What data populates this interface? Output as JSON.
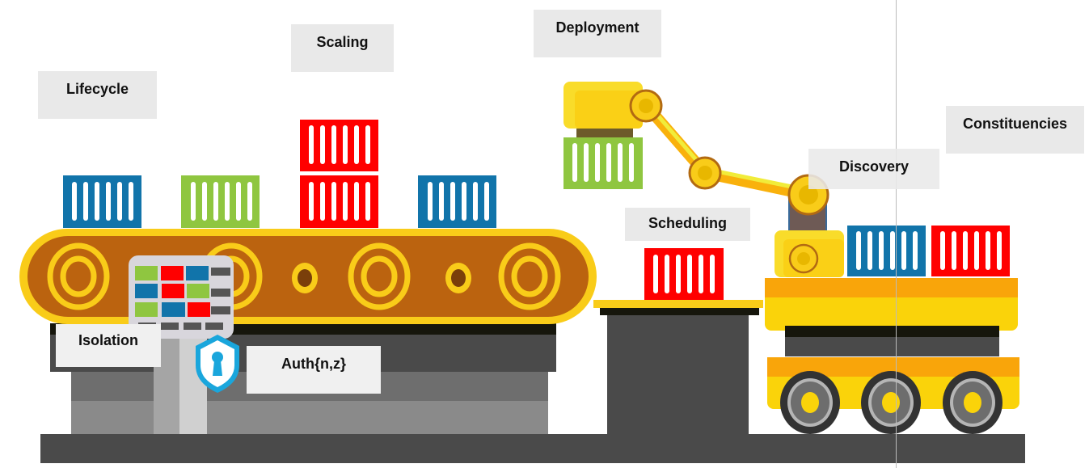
{
  "labels": {
    "lifecycle": "Lifecycle",
    "scaling": "Scaling",
    "deployment": "Deployment",
    "constituencies": "Constituencies",
    "discovery": "Discovery",
    "scheduling": "Scheduling",
    "isolation": "Isolation",
    "auth": "Auth{n,z}"
  },
  "icons": {
    "container": "shipping-container-icon",
    "shield": "shield-keyhole-icon",
    "robot_arm": "robot-arm-icon",
    "truck": "cargo-truck-icon",
    "conveyor": "conveyor-belt-icon",
    "control_panel": "control-panel-icon"
  },
  "colors": {
    "blue": "#1174aa",
    "green": "#8fc640",
    "red": "#ff0000",
    "yellow": "#f9cc19",
    "orange": "#f9a50a",
    "brown": "#bb630f",
    "dark": "#4a4a4a",
    "shield": "#1aa6dc"
  }
}
